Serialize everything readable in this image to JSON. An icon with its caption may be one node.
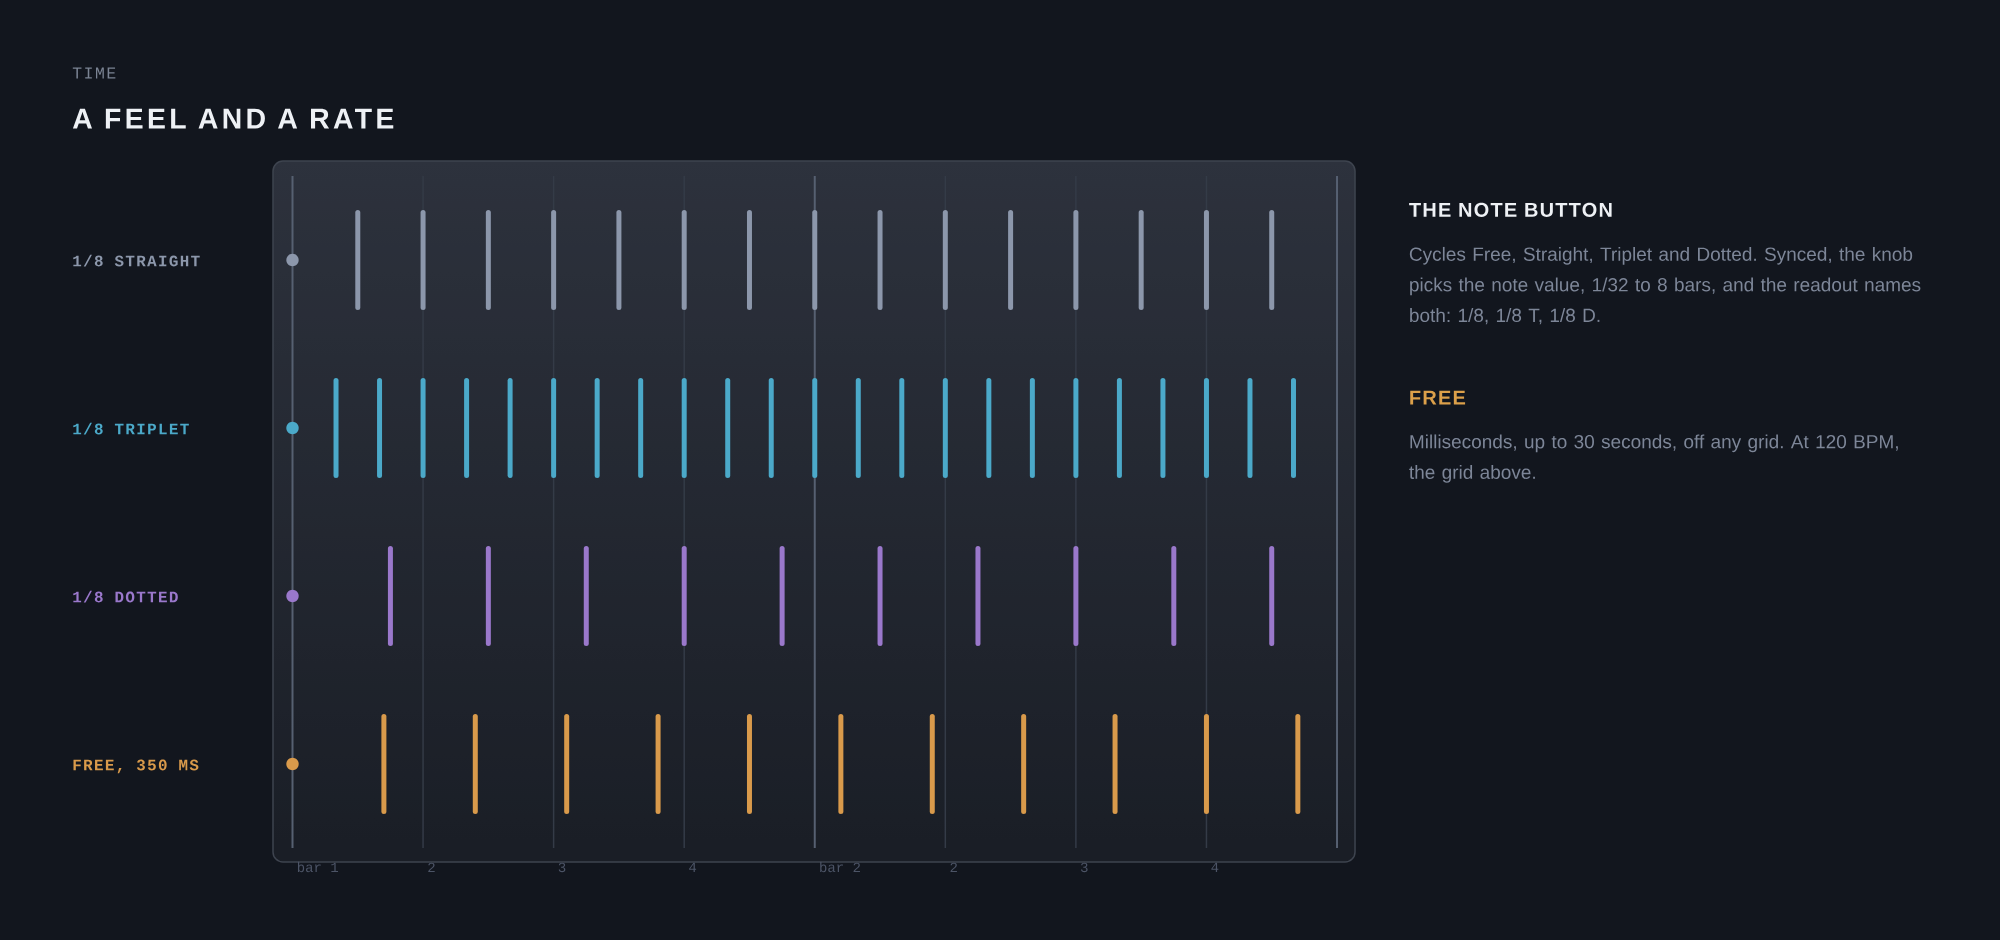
{
  "diagram": {
    "title": "A FEEL AND A RATE",
    "labels": [
      "TIME",
      "1/8 STRAIGHT",
      "1/8 TRIPLET",
      "1/8 DOTTED",
      "FREE, 350 MS",
      "bar 1",
      "2",
      "3",
      "4",
      "bar 2",
      "2",
      "3",
      "4",
      "THE NOTE BUTTON",
      "Cycles Free, Straight, Triplet and Dotted. Synced, the knob picks the note value, 1/32 to 8 bars, and the readout names both: 1/8, 1/8 T, 1/8 D.",
      "FREE",
      "Milliseconds, up to 30 seconds, off any grid. At 120 BPM, the grid above."
    ]
  }
}
